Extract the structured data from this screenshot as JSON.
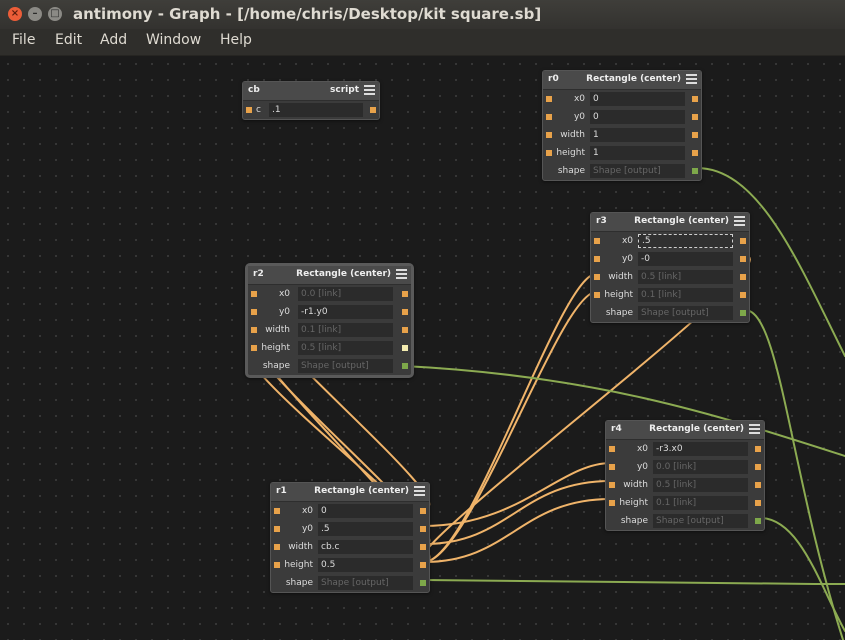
{
  "window": {
    "title": "antimony - Graph - [/home/chris/Desktop/kit square.sb]",
    "buttons": {
      "close": "×",
      "minimize": "–",
      "maximize": "□"
    }
  },
  "menu": [
    "File",
    "Edit",
    "Add",
    "Window",
    "Help"
  ],
  "colors": {
    "port_input": "#e8a24a",
    "port_shape": "#7ea84a",
    "wire_value": "#f0b46a",
    "wire_shape": "#8cab52"
  },
  "nodes": {
    "cb": {
      "name": "cb",
      "type": "script",
      "rows": [
        {
          "label": "c",
          "value": ".1"
        }
      ]
    },
    "r0": {
      "name": "r0",
      "type": "Rectangle (center)",
      "rows": [
        {
          "label": "x0",
          "value": "0"
        },
        {
          "label": "y0",
          "value": "0"
        },
        {
          "label": "width",
          "value": "1"
        },
        {
          "label": "height",
          "value": "1"
        },
        {
          "label": "shape",
          "value": "Shape [output]"
        }
      ]
    },
    "r3": {
      "name": "r3",
      "type": "Rectangle (center)",
      "rows": [
        {
          "label": "x0",
          "value": ".5"
        },
        {
          "label": "y0",
          "value": "-0"
        },
        {
          "label": "width",
          "value": "0.5 [link]"
        },
        {
          "label": "height",
          "value": "0.1 [link]"
        },
        {
          "label": "shape",
          "value": "Shape [output]"
        }
      ]
    },
    "r2": {
      "name": "r2",
      "type": "Rectangle (center)",
      "rows": [
        {
          "label": "x0",
          "value": "0.0 [link]"
        },
        {
          "label": "y0",
          "value": "-r1.y0"
        },
        {
          "label": "width",
          "value": "0.1 [link]"
        },
        {
          "label": "height",
          "value": "0.5 [link]"
        },
        {
          "label": "shape",
          "value": "Shape [output]"
        }
      ]
    },
    "r4": {
      "name": "r4",
      "type": "Rectangle (center)",
      "rows": [
        {
          "label": "x0",
          "value": "-r3.x0"
        },
        {
          "label": "y0",
          "value": "0.0 [link]"
        },
        {
          "label": "width",
          "value": "0.5 [link]"
        },
        {
          "label": "height",
          "value": "0.1 [link]"
        },
        {
          "label": "shape",
          "value": "Shape [output]"
        }
      ]
    },
    "r1": {
      "name": "r1",
      "type": "Rectangle (center)",
      "rows": [
        {
          "label": "x0",
          "value": "0"
        },
        {
          "label": "y0",
          "value": ".5"
        },
        {
          "label": "width",
          "value": "cb.c"
        },
        {
          "label": "height",
          "value": "0.5"
        },
        {
          "label": "shape",
          "value": "Shape [output]"
        }
      ]
    }
  }
}
